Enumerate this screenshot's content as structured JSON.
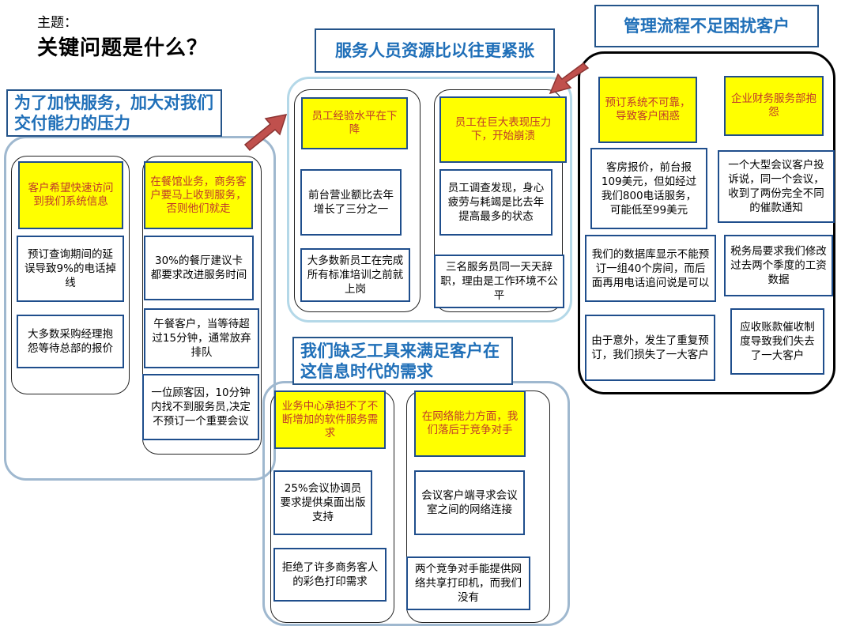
{
  "topic": {
    "label": "主题：",
    "question": "关键问题是什么？"
  },
  "groups": {
    "speed": {
      "title": "为了加快服务，加大对我们交付能力的压力",
      "col1": {
        "header": "客户希望快速访问到我们系统信息",
        "items": [
          "预订查询期间的延误导致9%的电话掉线",
          "大多数采购经理抱怨等待总部的报价"
        ]
      },
      "col2": {
        "header": "在餐馆业务，商务客户要马上收到服务，否则他们就走",
        "items": [
          "30%的餐厅建议卡都要求改进服务时间",
          "午餐客户，当等待超过15分钟，通常放弃排队",
          "一位顾客因，10分钟内找不到服务员,决定不预订一个重要会议"
        ]
      }
    },
    "staff": {
      "title": "服务人员资源比以往更紧张",
      "col1": {
        "header": "员工经验水平在下降",
        "items": [
          "前台营业额比去年增长了三分之一",
          "大多数新员工在完成所有标准培训之前就上岗"
        ]
      },
      "col2": {
        "header": "员工在巨大表现压力下，开始崩溃",
        "items": [
          "员工调查发现，身心疲劳与耗竭是比去年提高最多的状态",
          "三名服务员同一天天辞职，理由是工作环境不公平"
        ]
      }
    },
    "process": {
      "title": "管理流程不足困扰客户",
      "col1": {
        "header": "预订系统不可靠，导致客户困惑",
        "items": [
          "客房报价，前台报109美元，但如经过我们800电话服务，可能低至99美元",
          "我们的数据库显示不能预订一组40个房间，而后面再用电话追问说是可以",
          "由于意外，发生了重复预订，我们损失了一大客户"
        ]
      },
      "col2": {
        "header": "企业财务服务部抱怨",
        "items": [
          "一个大型会议客户投诉说，同一个会议，收到了两份完全不同的催款通知",
          "税务局要求我们修改过去两个季度的工资数据",
          "应收账款催收制度导致我们失去了一大客户"
        ]
      }
    },
    "tools": {
      "title": "我们缺乏工具来满足客户在这信息时代的需求",
      "col1": {
        "header": "业务中心承担不了不断增加的软件服务需求",
        "items": [
          "25%会议协调员要求提供桌面出版支持",
          "拒绝了许多商务客人的彩色打印需求"
        ]
      },
      "col2": {
        "header": "在网络能力方面，我们落后于竞争对手",
        "items": [
          "会议客户端寻求会议室之间的网络连接",
          "两个竞争对手能提供网络共享打印机，而我们没有"
        ]
      }
    }
  },
  "colors": {
    "title_text": "#1f6fb8",
    "header_fill": "#ffff00",
    "header_text": "#c0392b",
    "box_border": "#1f4e8c",
    "arrow": "#c0504d"
  }
}
